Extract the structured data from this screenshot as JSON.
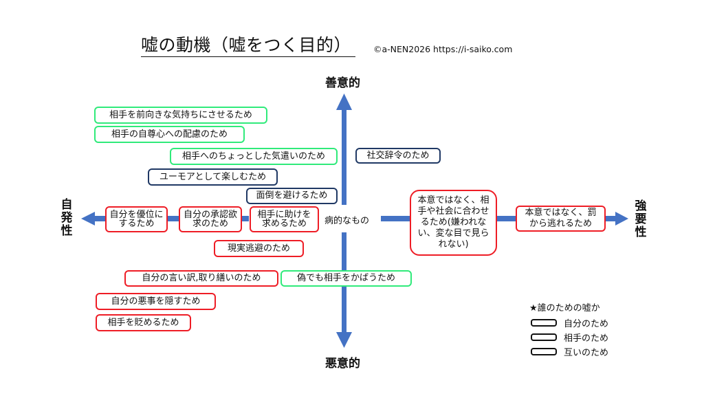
{
  "title": "嘘の動機（嘘をつく目的）",
  "credit": "©a-NEN2026  https://i-saiko.com",
  "axes": {
    "top": "善意的",
    "bottom": "悪意的",
    "left": [
      "自",
      "発",
      "性"
    ],
    "right": [
      "強",
      "要",
      "性"
    ],
    "center": "病的なもの"
  },
  "colors": {
    "self": "#ee1c25",
    "other": "#2fea7a",
    "mutual": "#1f3864",
    "axis": "#4472c4"
  },
  "boxes": {
    "encourage": {
      "text": "相手を前向きな気持ちにさせるため",
      "category": "other"
    },
    "self_esteem": {
      "text": "相手の自尊心への配慮のため",
      "category": "other"
    },
    "consideration": {
      "text": "相手へのちょっとした気遣いのため",
      "category": "other"
    },
    "social": {
      "text": "社交辞令のため",
      "category": "mutual"
    },
    "humor": {
      "text": "ユーモアとして楽しむため",
      "category": "mutual"
    },
    "avoid_trouble": {
      "text": "面倒を避けるため",
      "category": "mutual"
    },
    "superiority": {
      "text": "自分を優位にするため",
      "category": "self"
    },
    "approval": {
      "text": "自分の承認欲求のため",
      "category": "self"
    },
    "seek_help": {
      "text": "相手に助けを求めるため",
      "category": "self"
    },
    "escape_reality": {
      "text": "現実逃避のため",
      "category": "self"
    },
    "conform": {
      "text": "本意ではなく、相手や社会に合わせるため(嫌われない、変な目で見られない)",
      "category": "self"
    },
    "avoid_punishment": {
      "text": "本意ではなく、罰から逃れるため",
      "category": "self"
    },
    "excuse": {
      "text": "自分の言い訳,取り繕いのため",
      "category": "self"
    },
    "protect_other": {
      "text": "偽でも相手をかばうため",
      "category": "other"
    },
    "hide_misdeed": {
      "text": "自分の悪事を隠すため",
      "category": "self"
    },
    "demean": {
      "text": "相手を貶めるため",
      "category": "self"
    }
  },
  "legend": {
    "title": "★誰のための嘘か",
    "items": [
      {
        "label": "自分のため",
        "category": "self"
      },
      {
        "label": "相手のため",
        "category": "other"
      },
      {
        "label": "互いのため",
        "category": "mutual"
      }
    ]
  }
}
